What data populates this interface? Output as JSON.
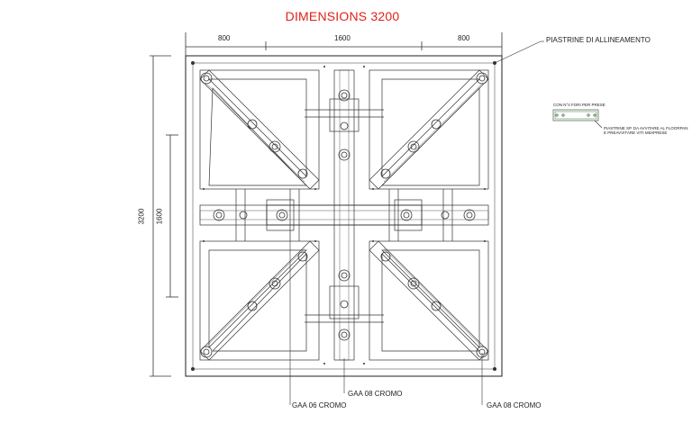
{
  "title": "DIMENSIONS 3200",
  "title_color": "#e0201a",
  "dimensions": {
    "top_left": "800",
    "top_center": "1600",
    "top_right": "800",
    "left_outer": "3200",
    "left_inner": "1600"
  },
  "callouts": {
    "alignment_plates": "PIASTRINE DI ALLINEAMENTO",
    "bottom_left": "GAA 06 CROMO",
    "bottom_center": "GAA 08 CROMO",
    "bottom_right": "GAA 08 CROMO"
  },
  "detail": {
    "holes_note": "CON N°4 FORI PER PRESE",
    "plate_note_line1": "PIASTRINE SP. DA AVVITARE AL FLOORPAN",
    "plate_note_line2": "E PREAVVITARE VITI M5XPRESE"
  }
}
